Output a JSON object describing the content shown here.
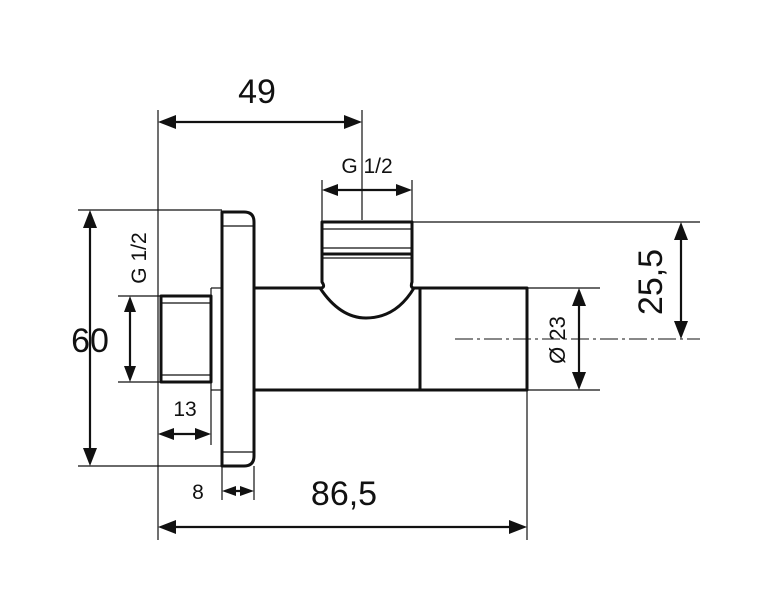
{
  "drawing": {
    "line_color": "#111111",
    "background": "#ffffff",
    "dimensions": {
      "top_offset": "49",
      "outlet_thread": "G 1/2",
      "inlet_thread": "G 1/2",
      "height": "60",
      "outlet_height": "25,5",
      "body_diameter": "Ø 23",
      "inlet_length": "13",
      "flange_thickness": "8",
      "total_length": "86,5"
    }
  }
}
